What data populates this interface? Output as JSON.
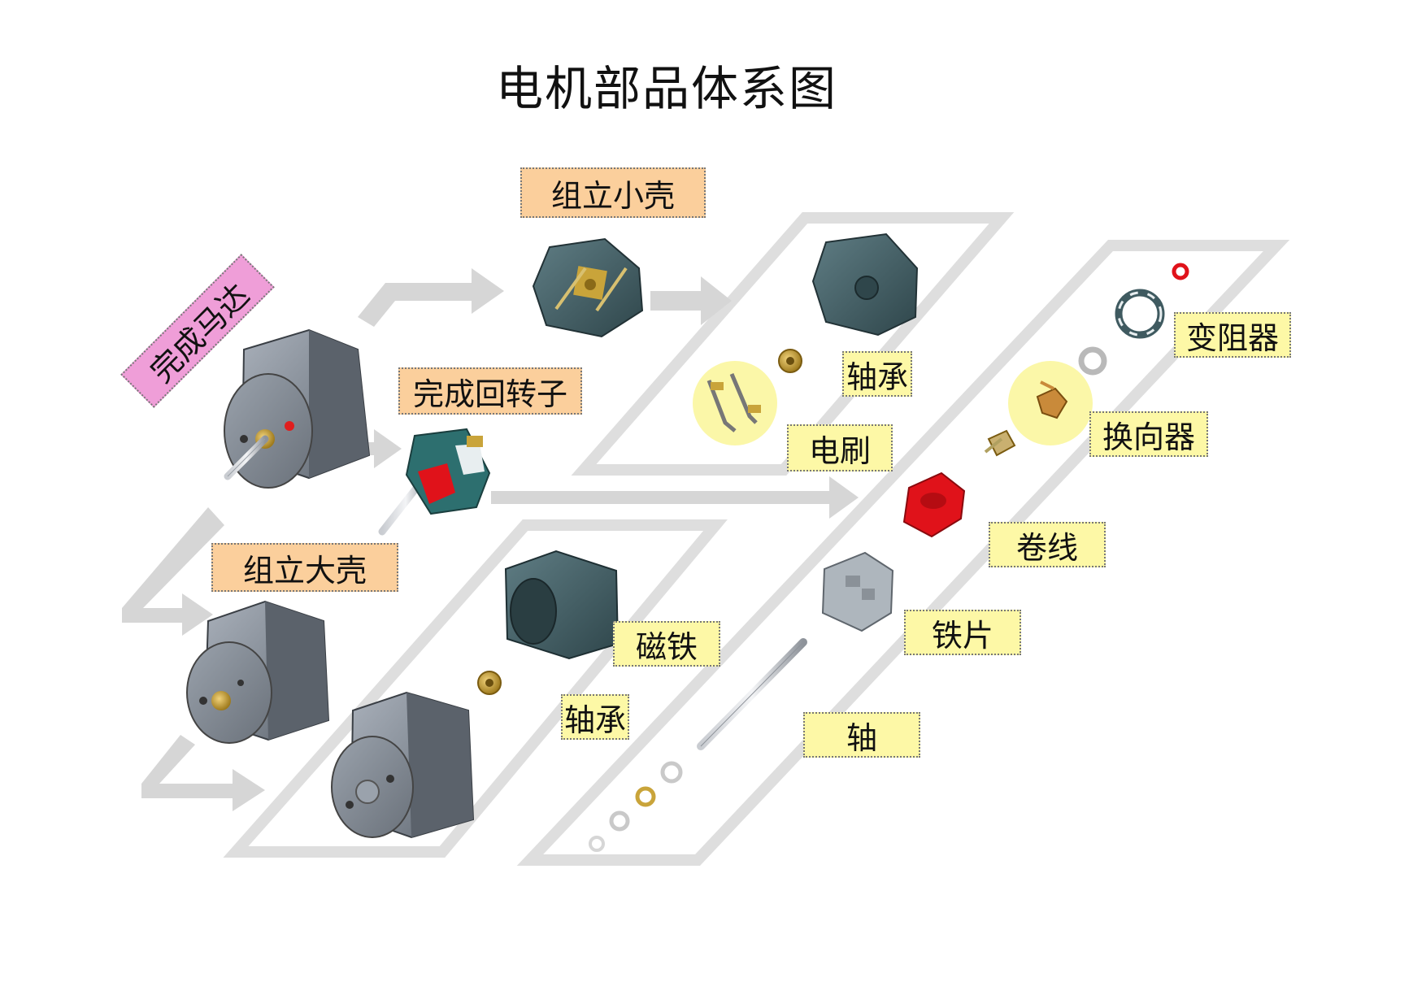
{
  "title": "电机部品体系图",
  "labels": {
    "finished_motor": "完成马达",
    "small_housing_assembly": "组立小壳",
    "finished_rotor": "完成回转子",
    "large_housing_assembly": "组立大壳",
    "bearing_top": "轴承",
    "brush": "电刷",
    "varistor": "变阻器",
    "commutator": "换向器",
    "winding": "卷线",
    "lamination": "铁片",
    "magnet": "磁铁",
    "bearing_bottom": "轴承",
    "shaft": "轴"
  },
  "colors": {
    "orange_tag": "#fbcf9c",
    "yellow_tag": "#fdf8a6",
    "pink_tag": "#ef9ed8",
    "housing_gray": "#7f8792",
    "end_cap_teal": "#3f5a60",
    "winding_red": "#e0121a",
    "brass": "#c9a43a",
    "frame_gray": "#d9d9d9"
  }
}
